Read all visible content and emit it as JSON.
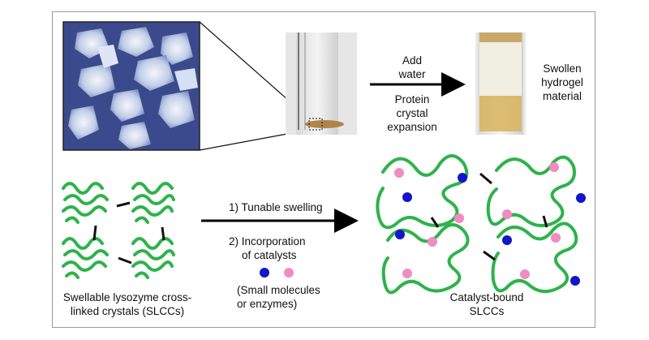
{
  "top": {
    "arrow_label": [
      "Add",
      "water"
    ],
    "arrow_sublabel": [
      "Protein",
      "crystal",
      "expansion"
    ],
    "result_label": [
      "Swollen",
      "hydrogel",
      "material"
    ]
  },
  "bottom": {
    "left_caption": [
      "Swellable lysozyme cross-",
      "linked crystals (SLCCs)"
    ],
    "step1": "1) Tunable swelling",
    "step2": [
      "2) Incorporation",
      "of catalysts"
    ],
    "catalyst_note": [
      "(Small molecules",
      "or enzymes)"
    ],
    "right_caption": [
      "Catalyst-bound",
      "SLCCs"
    ]
  },
  "colors": {
    "chain": "#2db34a",
    "crosslink": "#111111",
    "small_molecule": "#1414c8",
    "enzyme": "#f08cc0",
    "arrow": "#000000",
    "vial_liquid": "#d8b35a"
  }
}
